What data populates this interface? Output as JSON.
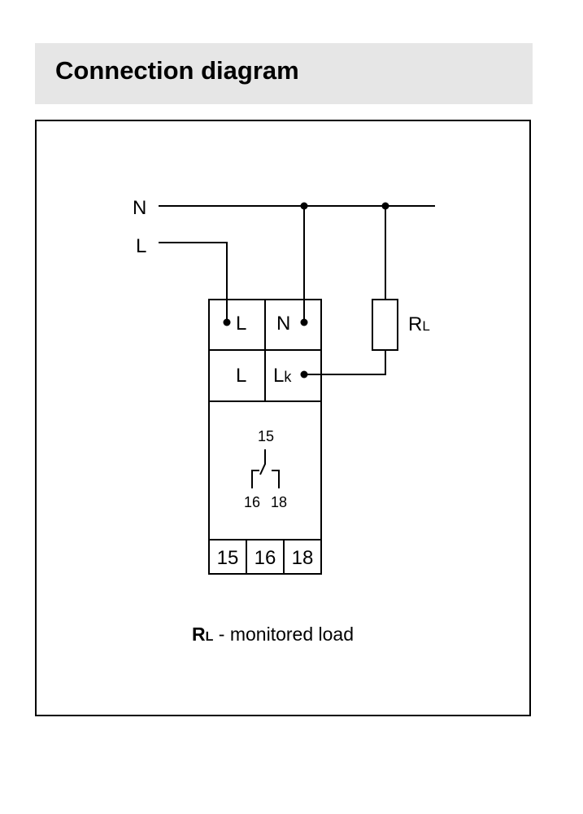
{
  "header": {
    "title": "Connection diagram"
  },
  "supply": {
    "neutral_label": "N",
    "line_label": "L"
  },
  "terminals": {
    "top_left": "L",
    "top_right": "N",
    "mid_left": "L",
    "mid_right_main": "L",
    "mid_right_sub": "k"
  },
  "relay": {
    "common": "15",
    "nc": "16",
    "no": "18"
  },
  "bottom_terminals": [
    "15",
    "16",
    "18"
  ],
  "load": {
    "label_main": "R",
    "label_sub": "L"
  },
  "legend": {
    "symbol_main": "R",
    "symbol_sub": "L",
    "text": " - monitored load"
  }
}
